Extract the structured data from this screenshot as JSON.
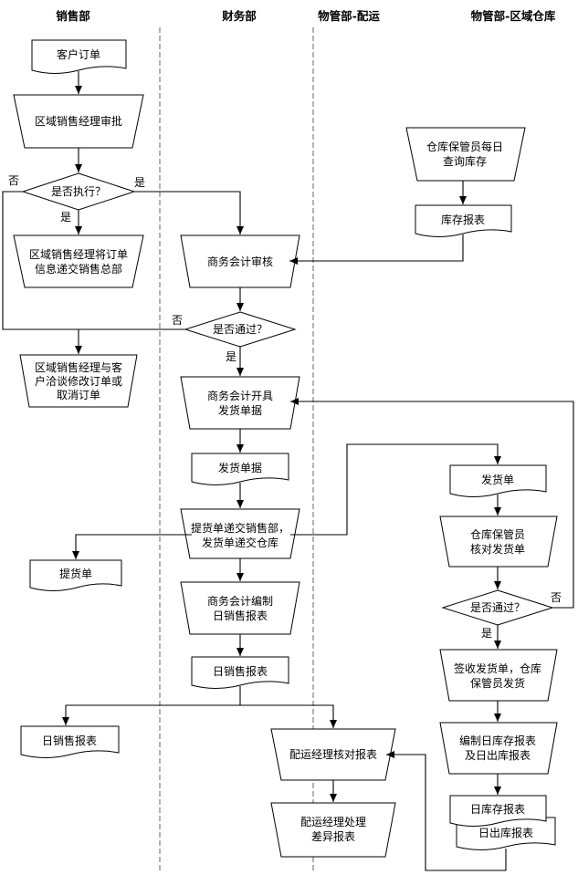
{
  "lanes": [
    "销售部",
    "财务部",
    "物管部-配运",
    "物管部-区域仓库"
  ],
  "nodes": {
    "customer_order": "客户订单",
    "regional_approve": "区域销售经理审批",
    "execute_q": "是否执行？",
    "submit_hq": [
      "区域销售经理将订单",
      "信息递交销售总部"
    ],
    "negotiate": [
      "区域销售经理与客",
      "户洽谈修改订单或",
      "取消订单"
    ],
    "biz_review": "商务会计审核",
    "pass_q1": "是否通过？",
    "issue_doc": [
      "商务会计开具",
      "发货单据"
    ],
    "ship_doc": "发货单据",
    "submit_split": [
      "提货单递交销售部，",
      "发货单递交仓库"
    ],
    "pickup_note": "提货单",
    "compile_daily": [
      "商务会计编制",
      "日销售报表"
    ],
    "daily_sales_fin": "日销售报表",
    "daily_sales_sales": "日销售报表",
    "dispatch_check": "配运经理核对报表",
    "dispatch_handle": [
      "配运经理处理",
      "差异报表"
    ],
    "keeper_query": [
      "仓库保管员每日",
      "查询库存"
    ],
    "stock_report": "库存报表",
    "delivery_note": "发货单",
    "keeper_check": [
      "仓库保管员",
      "核对发货单"
    ],
    "pass_q2": "是否通过？",
    "sign_ship": [
      "签收发货单，仓库",
      "保管员发货"
    ],
    "compile_stock": [
      "编制日库存报表",
      "及日出库报表"
    ],
    "daily_stock": "日库存报表",
    "daily_outbound": "日出库报表"
  },
  "edge_labels": {
    "no": "否",
    "yes": "是"
  }
}
